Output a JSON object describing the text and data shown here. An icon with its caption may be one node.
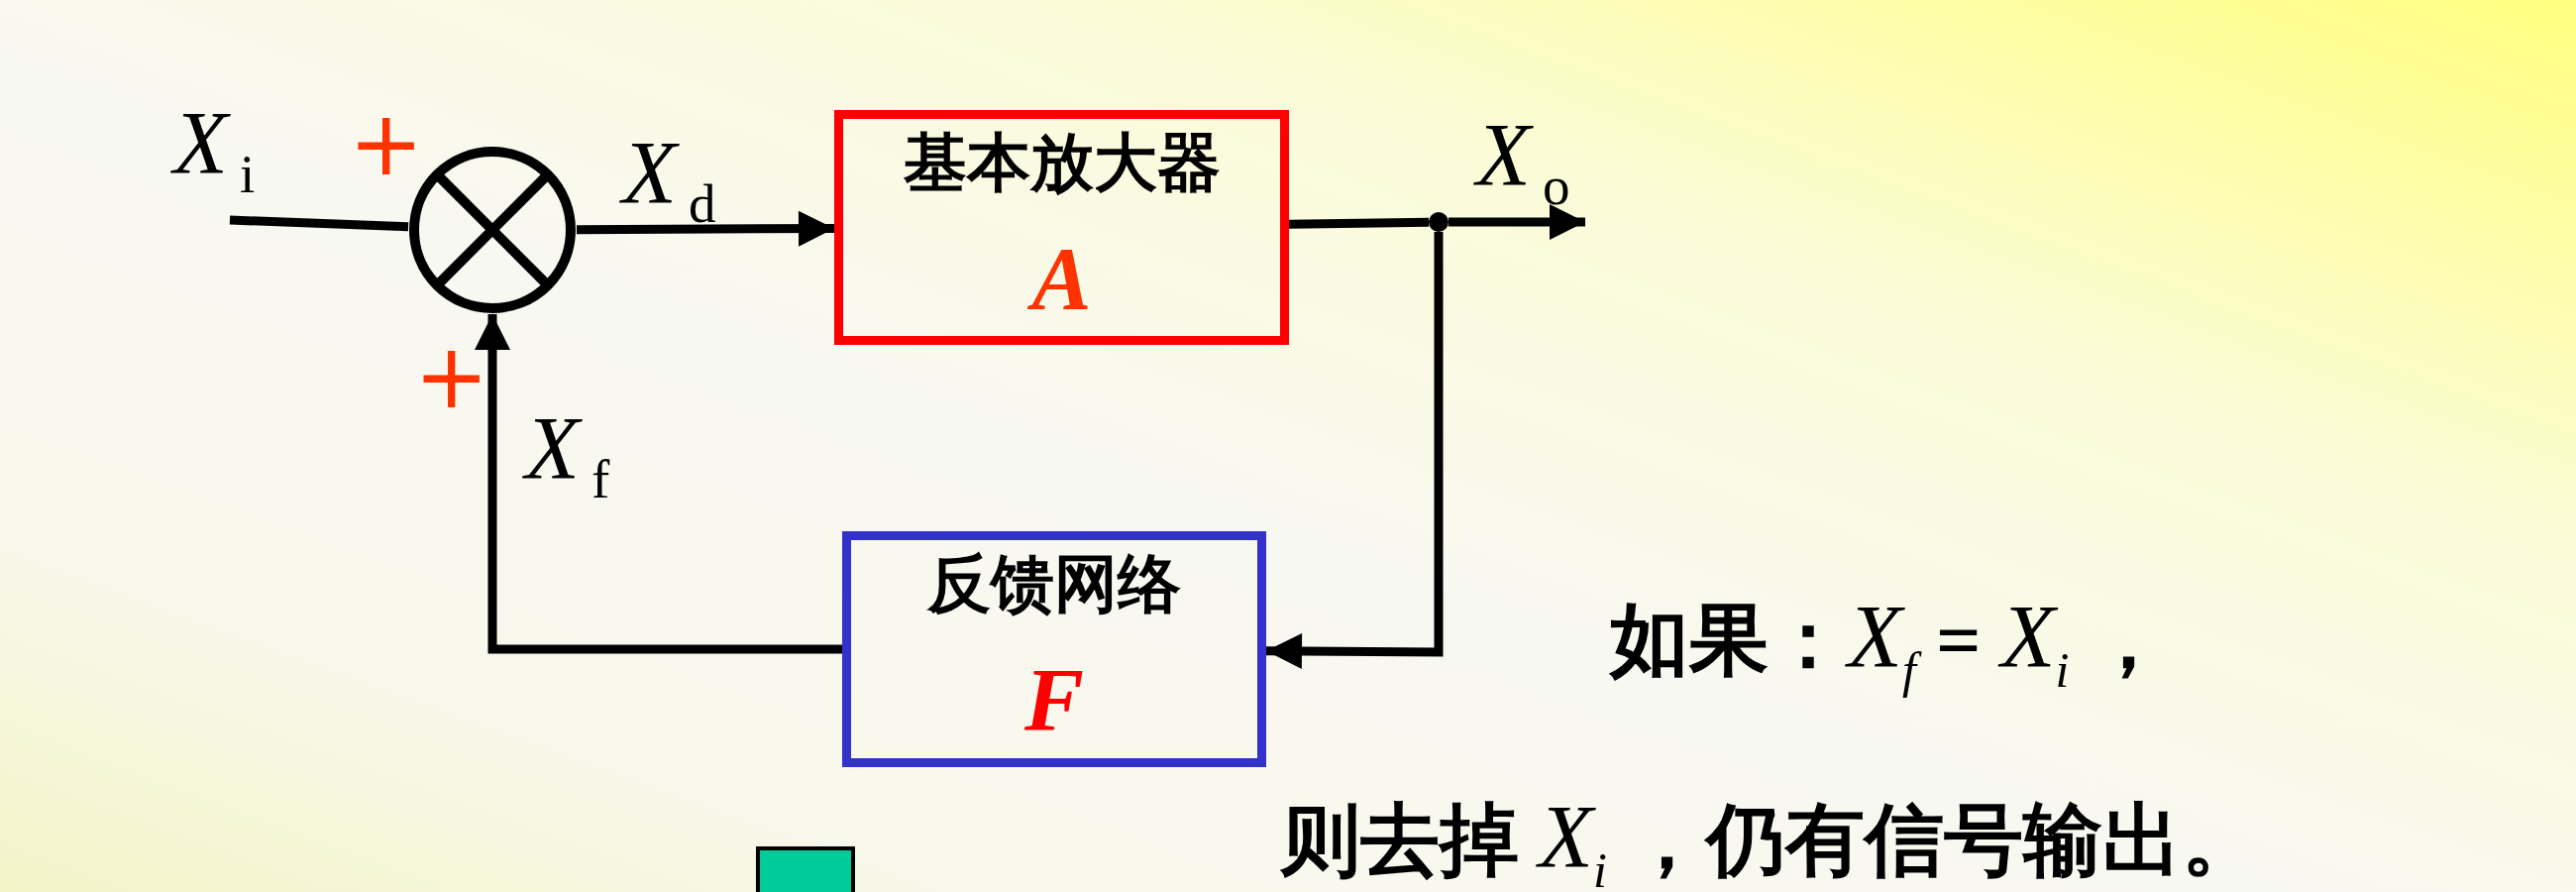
{
  "diagram": {
    "nodes": [
      {
        "text": [],
        "shape": "circle",
        "beside": [
          "+",
          "+"
        ]
      },
      {
        "text": [
          "基本放大器",
          "A"
        ]
      },
      {
        "text": [],
        "shape": "circle"
      },
      {
        "text": [
          "反馈网络",
          "F"
        ]
      },
      {
        "text": [],
        "shape": "box"
      }
    ],
    "edges": [
      {
        "from": null,
        "to": 0,
        "arrow": "none",
        "label": "*X*$_{i}$"
      },
      {
        "from": 0,
        "to": 1,
        "arrow": "to",
        "label": "*X*$_{d}$"
      },
      {
        "from": 1,
        "to": 2,
        "arrow": "none"
      },
      {
        "from": 2,
        "to": null,
        "arrow": "to",
        "label": "*X*$_{o}$"
      },
      {
        "from": 2,
        "to": 3,
        "arrow": "to"
      },
      {
        "from": 3,
        "to": 0,
        "arrow": "to",
        "label": "*X*$_{f}$"
      }
    ],
    "labels": [
      "如果：*X*$_{f}$ = *X*$_{i}$ ，",
      "则去掉 *X*$_{i}$ ，仍有信号输出。"
    ]
  }
}
